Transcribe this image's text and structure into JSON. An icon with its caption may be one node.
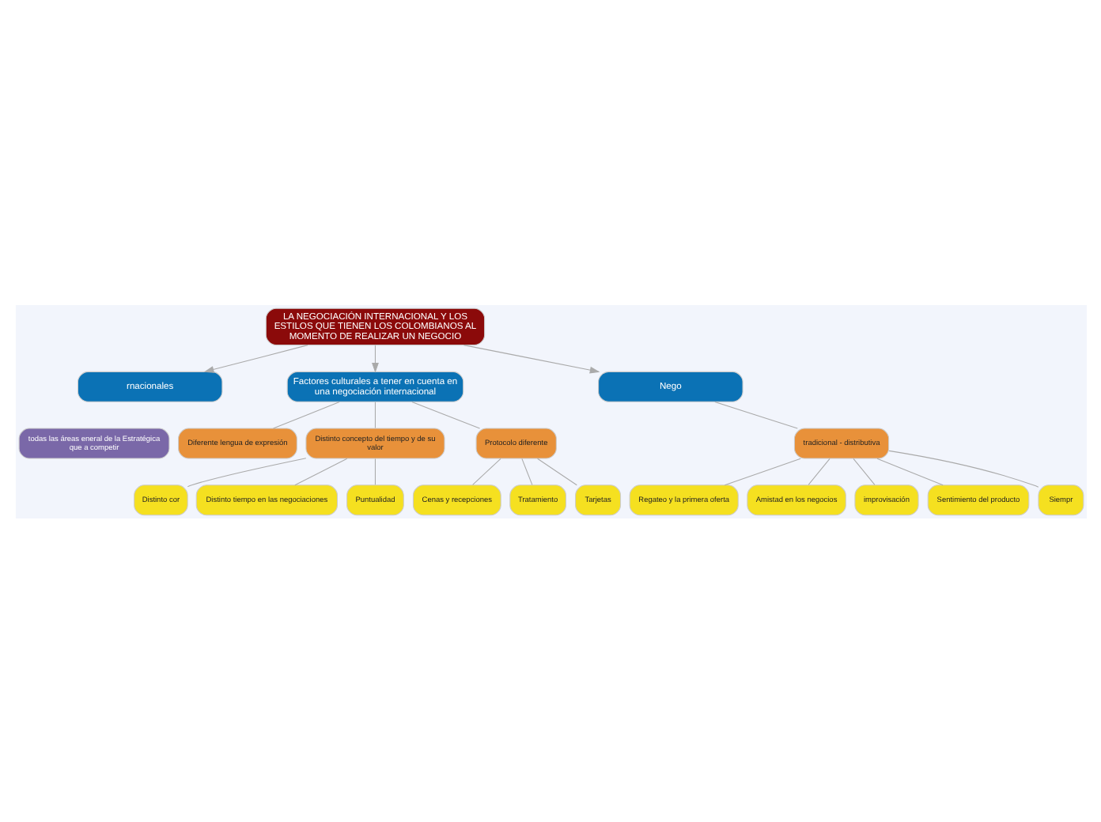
{
  "diagram": {
    "nodes": [
      {
        "text": [
          "LA NEGOCIACIÓN INTERNACIONAL Y LOS ESTILOS QUE TIENEN LOS COLOMBIANOS AL MOMENTO DE REALIZAR UN NEGOCIO"
        ]
      },
      {
        "text": [
          "rnacionales"
        ]
      },
      {
        "text": [
          "todas las áreas eneral de la Estratégica que a competir"
        ]
      },
      {
        "text": [
          "Factores culturales a tener en cuenta en una negociación internacional"
        ]
      },
      {
        "text": [
          "Nego"
        ]
      },
      {
        "text": [
          "Diferente lengua de expresión"
        ]
      },
      {
        "text": [
          "Distinto concepto del tiempo y de su valor"
        ]
      },
      {
        "text": [
          "Protocolo diferente"
        ]
      },
      {
        "text": [
          "Distinto cor"
        ]
      },
      {
        "text": [
          "Distinto tiempo en las negociaciones"
        ]
      },
      {
        "text": [
          "Puntualidad"
        ]
      },
      {
        "text": [
          "Cenas y recepciones"
        ]
      },
      {
        "text": [
          "Tratamiento"
        ]
      },
      {
        "text": [
          "Tarjetas"
        ]
      },
      {
        "text": [
          "tradicional - distributiva"
        ]
      },
      {
        "text": [
          "Regateo y la primera oferta"
        ]
      },
      {
        "text": [
          "Amistad en los negocios"
        ]
      },
      {
        "text": [
          "improvisación"
        ]
      },
      {
        "text": [
          "Sentimiento del producto"
        ]
      },
      {
        "text": [
          "Siempr"
        ]
      }
    ],
    "edges": [
      {
        "from": 0,
        "to": 1,
        "arrow": "to"
      },
      {
        "from": 0,
        "to": 3,
        "arrow": "to"
      },
      {
        "from": 0,
        "to": 4,
        "arrow": "to"
      },
      {
        "from": 3,
        "to": 5,
        "arrow": "none"
      },
      {
        "from": 3,
        "to": 6,
        "arrow": "none"
      },
      {
        "from": 3,
        "to": 7,
        "arrow": "none"
      },
      {
        "from": 6,
        "to": 8,
        "arrow": "none"
      },
      {
        "from": 6,
        "to": 9,
        "arrow": "none"
      },
      {
        "from": 6,
        "to": 10,
        "arrow": "none"
      },
      {
        "from": 7,
        "to": 11,
        "arrow": "none"
      },
      {
        "from": 7,
        "to": 12,
        "arrow": "none"
      },
      {
        "from": 7,
        "to": 13,
        "arrow": "none"
      },
      {
        "from": 4,
        "to": 14,
        "arrow": "none"
      },
      {
        "from": 14,
        "to": 15,
        "arrow": "none"
      },
      {
        "from": 14,
        "to": 16,
        "arrow": "none"
      },
      {
        "from": 14,
        "to": 17,
        "arrow": "none"
      },
      {
        "from": 14,
        "to": 18,
        "arrow": "none"
      },
      {
        "from": 14,
        "to": 19,
        "arrow": "none"
      }
    ]
  }
}
